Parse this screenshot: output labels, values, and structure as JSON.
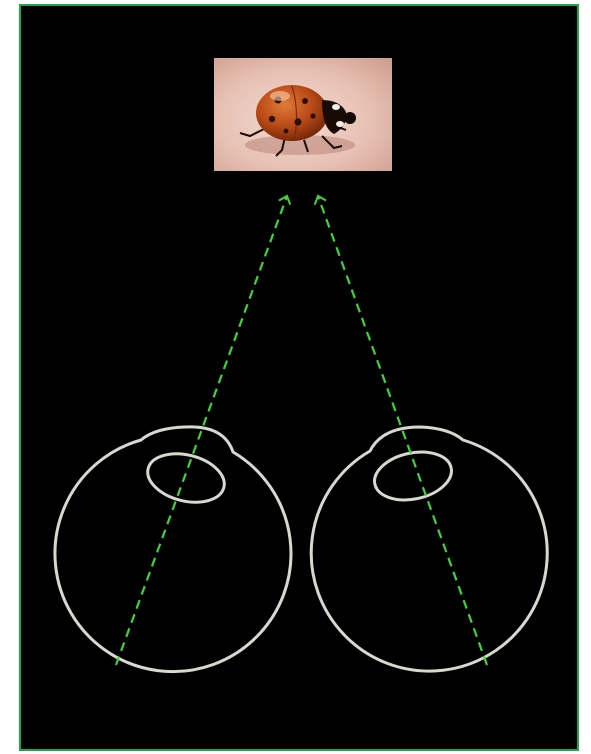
{
  "diagram": {
    "subject": "ladybird",
    "background_color": "#000000",
    "frame_color": "#19a84a",
    "eye_outline_color": "#d8d8d0",
    "sight_line_color": "#3fd43a",
    "photo_background_color": "#e8c2b6",
    "beetle_body_color": "#b94a16",
    "beetle_spot_color": "#2a1008",
    "eye_count": 2,
    "sight_line_count": 2
  }
}
